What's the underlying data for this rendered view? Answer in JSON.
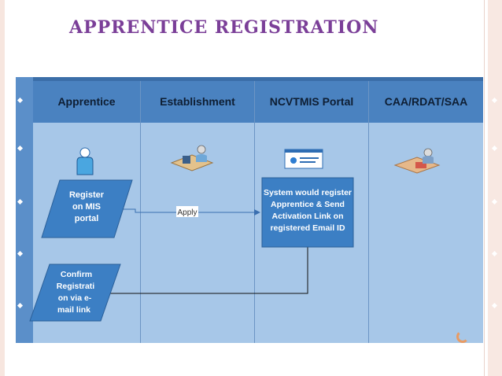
{
  "title": "APPRENTICE REGISTRATION",
  "lanes": [
    {
      "label": "Apprentice"
    },
    {
      "label": "Establishment"
    },
    {
      "label": "NCVTMIS Portal"
    },
    {
      "label": "CAA/RDAT/SAA"
    }
  ],
  "shapes": {
    "register": {
      "lines": [
        "Register",
        "on MIS",
        "portal"
      ]
    },
    "system": {
      "lines": [
        "System would register",
        "Apprentice & Send",
        "Activation Link on",
        "registered Email ID"
      ]
    },
    "confirm": {
      "lines": [
        "Confirm",
        "Registrati",
        "on via e-",
        "mail link"
      ]
    }
  },
  "connectors": {
    "apply_label": "Apply"
  },
  "icons": [
    "person-icon",
    "desk-worker-icon",
    "web-portal-icon",
    "desk-documents-icon"
  ],
  "colors": {
    "title": "#7b3f98",
    "header": "#4a82c0",
    "lane": "#a7c7e8",
    "shape": "#3c7fc4",
    "border_accent": "#e89b64"
  }
}
